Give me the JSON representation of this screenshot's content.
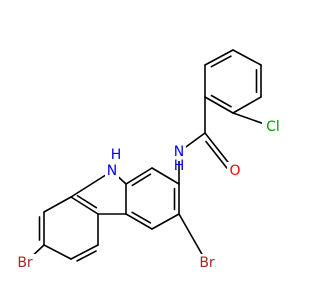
{
  "colors": {
    "bond": "#000000",
    "carbon": "#000000",
    "nitrogen": "#0000ff",
    "oxygen": "#ff0000",
    "chlorine": "#00a000",
    "bromine": "#a52a2a",
    "background": "#ffffff"
  },
  "atoms": {
    "nh_amide": {
      "label": "N",
      "element": "nitrogen"
    },
    "h_amide": {
      "label": "H",
      "element": "nitrogen"
    },
    "nh_ring": {
      "label": "N",
      "element": "nitrogen"
    },
    "h_ring": {
      "label": "H",
      "element": "nitrogen"
    },
    "o_carbonyl": {
      "label": "O",
      "element": "oxygen"
    },
    "cl": {
      "label": "Cl",
      "element": "chlorine"
    },
    "br_left": {
      "label": "Br",
      "element": "bromine"
    },
    "br_right": {
      "label": "Br",
      "element": "bromine"
    }
  }
}
